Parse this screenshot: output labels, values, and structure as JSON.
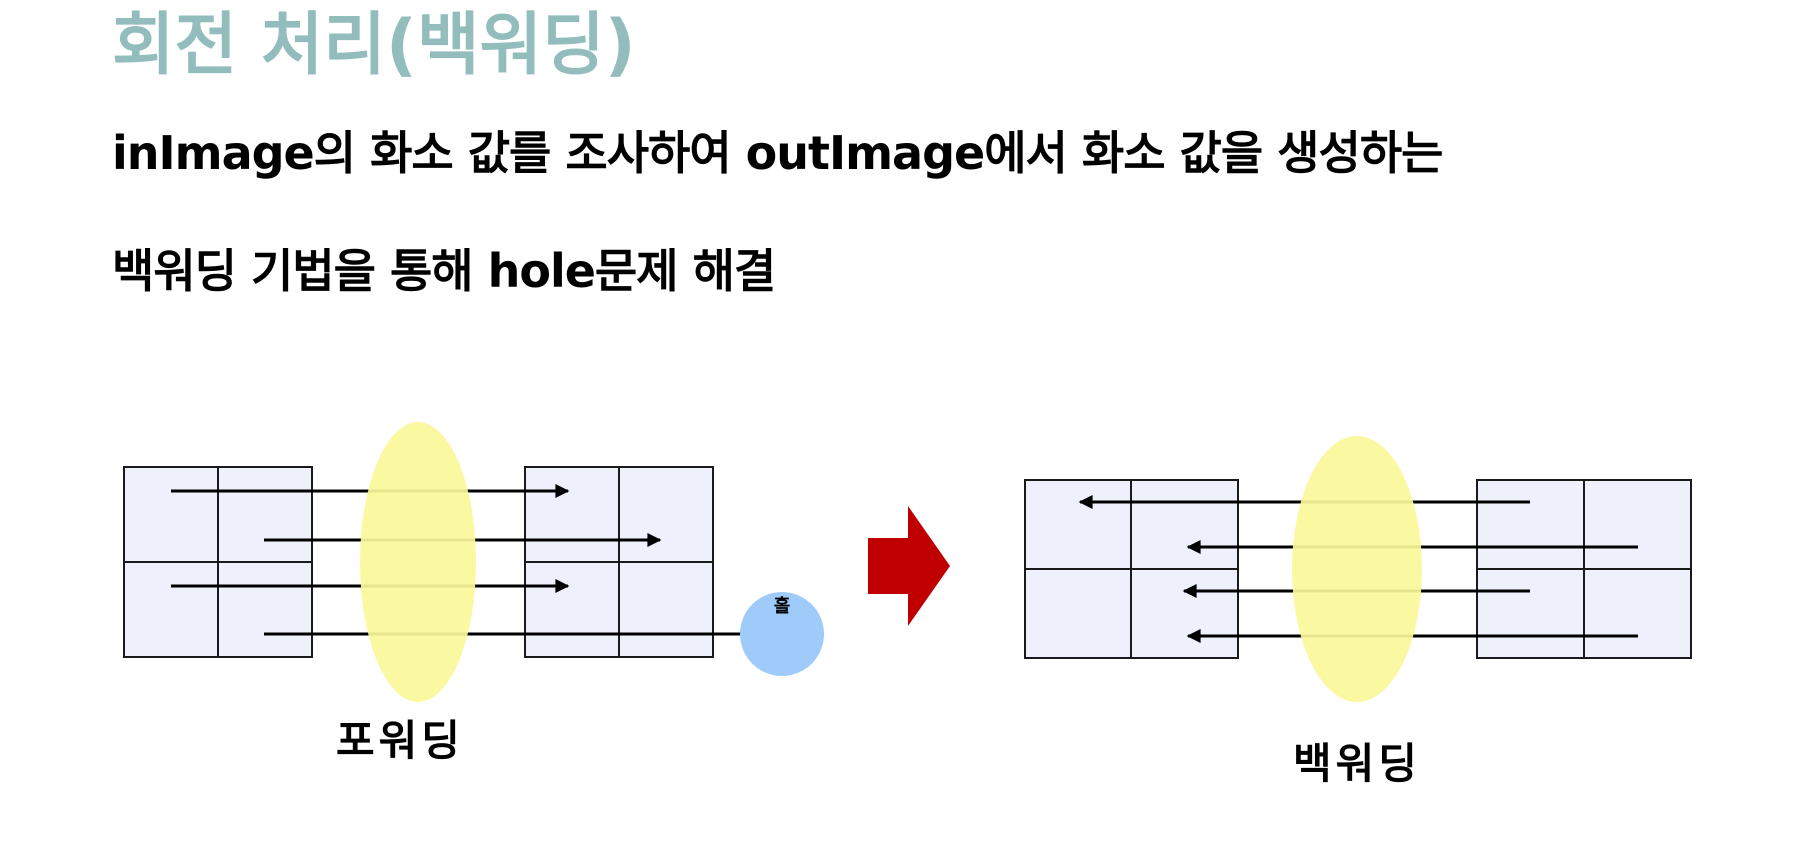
{
  "page": {
    "title": "회전 처리(백워딩)",
    "description_line1": "inImage의 화소 값를 조사하여 outImage에서 화소 값을 생성하는",
    "description_line2": "백워딩 기법을 통해 hole문제 해결"
  },
  "diagram": {
    "forward_label": "포워딩",
    "backward_label": "백워딩",
    "hole_label": "홀",
    "colors": {
      "cell_fill": "#eef0fc",
      "grid_stroke": "#1a1a1a",
      "ellipse": "#fbf79a",
      "hole": "#9ecbfa",
      "transition_arrow": "#c00000",
      "arrow": "#000000"
    }
  }
}
